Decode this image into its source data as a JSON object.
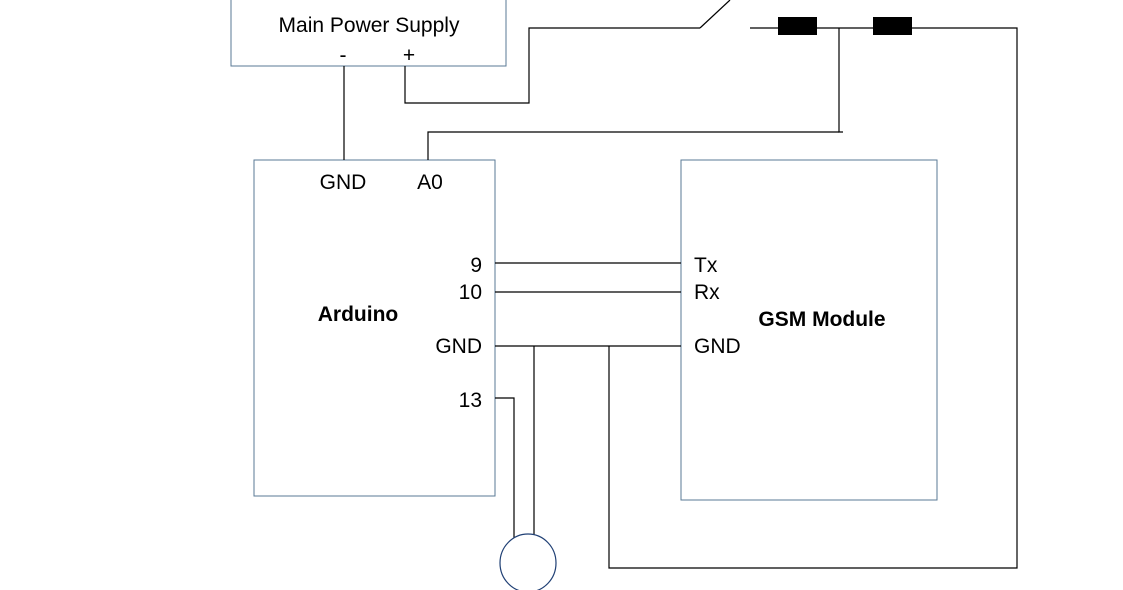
{
  "power_supply": {
    "title": "Main Power Supply",
    "minus": "-",
    "plus": "+"
  },
  "arduino": {
    "title": "Arduino",
    "pin_gnd_top": "GND",
    "pin_a0": "A0",
    "pin_9": "9",
    "pin_10": "10",
    "pin_gnd": "GND",
    "pin_13": "13"
  },
  "gsm": {
    "title": "GSM Module",
    "pin_tx": "Tx",
    "pin_rx": "Rx",
    "pin_gnd": "GND"
  },
  "components": {
    "resistor_1": "resistor",
    "resistor_2": "resistor",
    "switch": "switch",
    "buzzer": "buzzer"
  }
}
